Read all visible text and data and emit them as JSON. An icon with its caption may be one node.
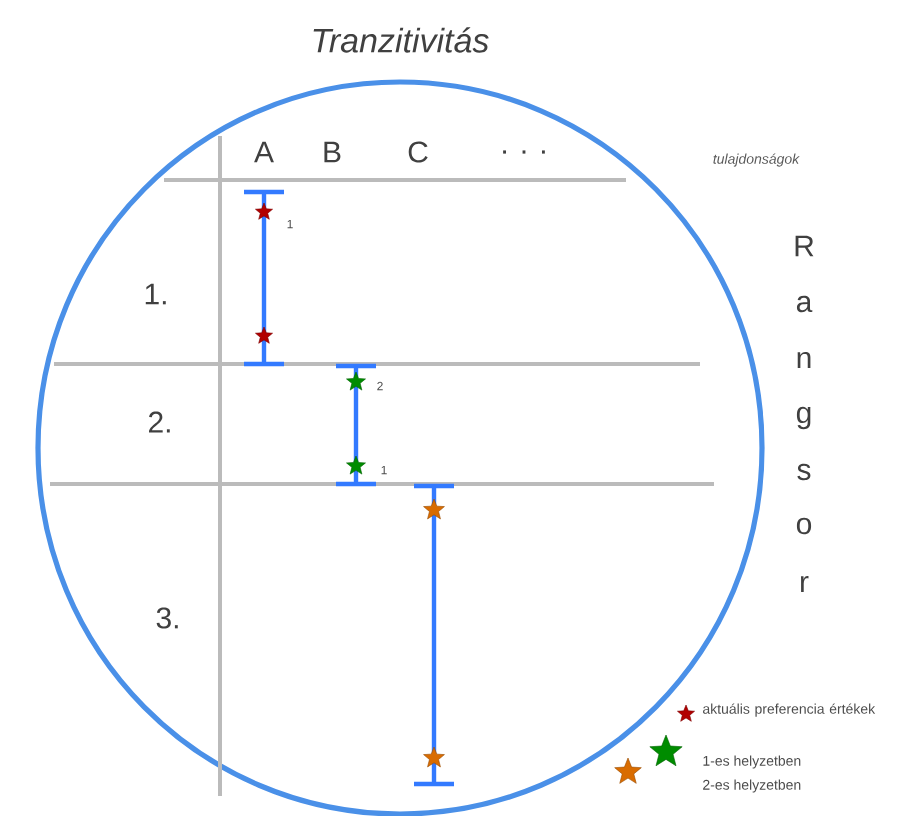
{
  "diagram": {
    "title": "Tranzitivitás",
    "labels": [
      "A",
      "B",
      "C",
      ". . .",
      "tulajdonságok",
      "R",
      "a",
      "n",
      "g",
      "s",
      "o",
      "r",
      "1.",
      "1",
      "2.",
      "2",
      "1",
      "3.",
      "aktuális preferencia értékek",
      "1-es helyzetben",
      "2-es helyzetben"
    ]
  }
}
